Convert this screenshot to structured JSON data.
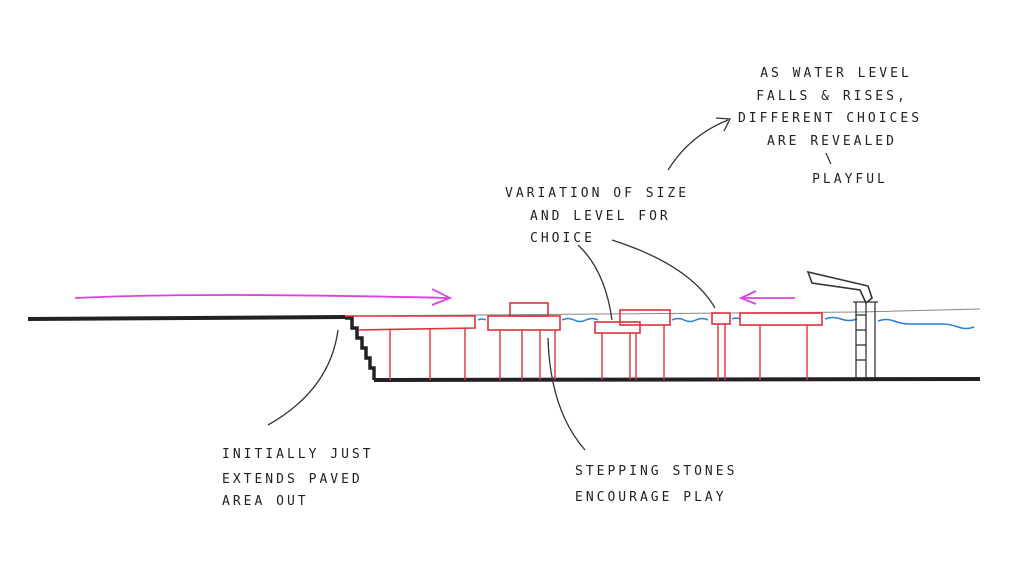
{
  "annotations": {
    "water_level": [
      "AS WATER LEVEL",
      "FALLS & RISES,",
      "DIFFERENT CHOICES",
      "ARE REVEALED",
      "\\",
      "PLAYFUL"
    ],
    "variation": [
      "VARIATION OF SIZE",
      "AND LEVEL FOR",
      "CHOICE"
    ],
    "initially": [
      "INITIALLY JUST",
      "EXTENDS PAVED",
      "AREA OUT"
    ],
    "stepping": [
      "STEPPING STONES",
      "ENCOURAGE PLAY"
    ]
  },
  "colors": {
    "platform": "#e0303c",
    "water": "#2a7fd4",
    "arrow": "#e040e0",
    "ink": "#222222"
  }
}
